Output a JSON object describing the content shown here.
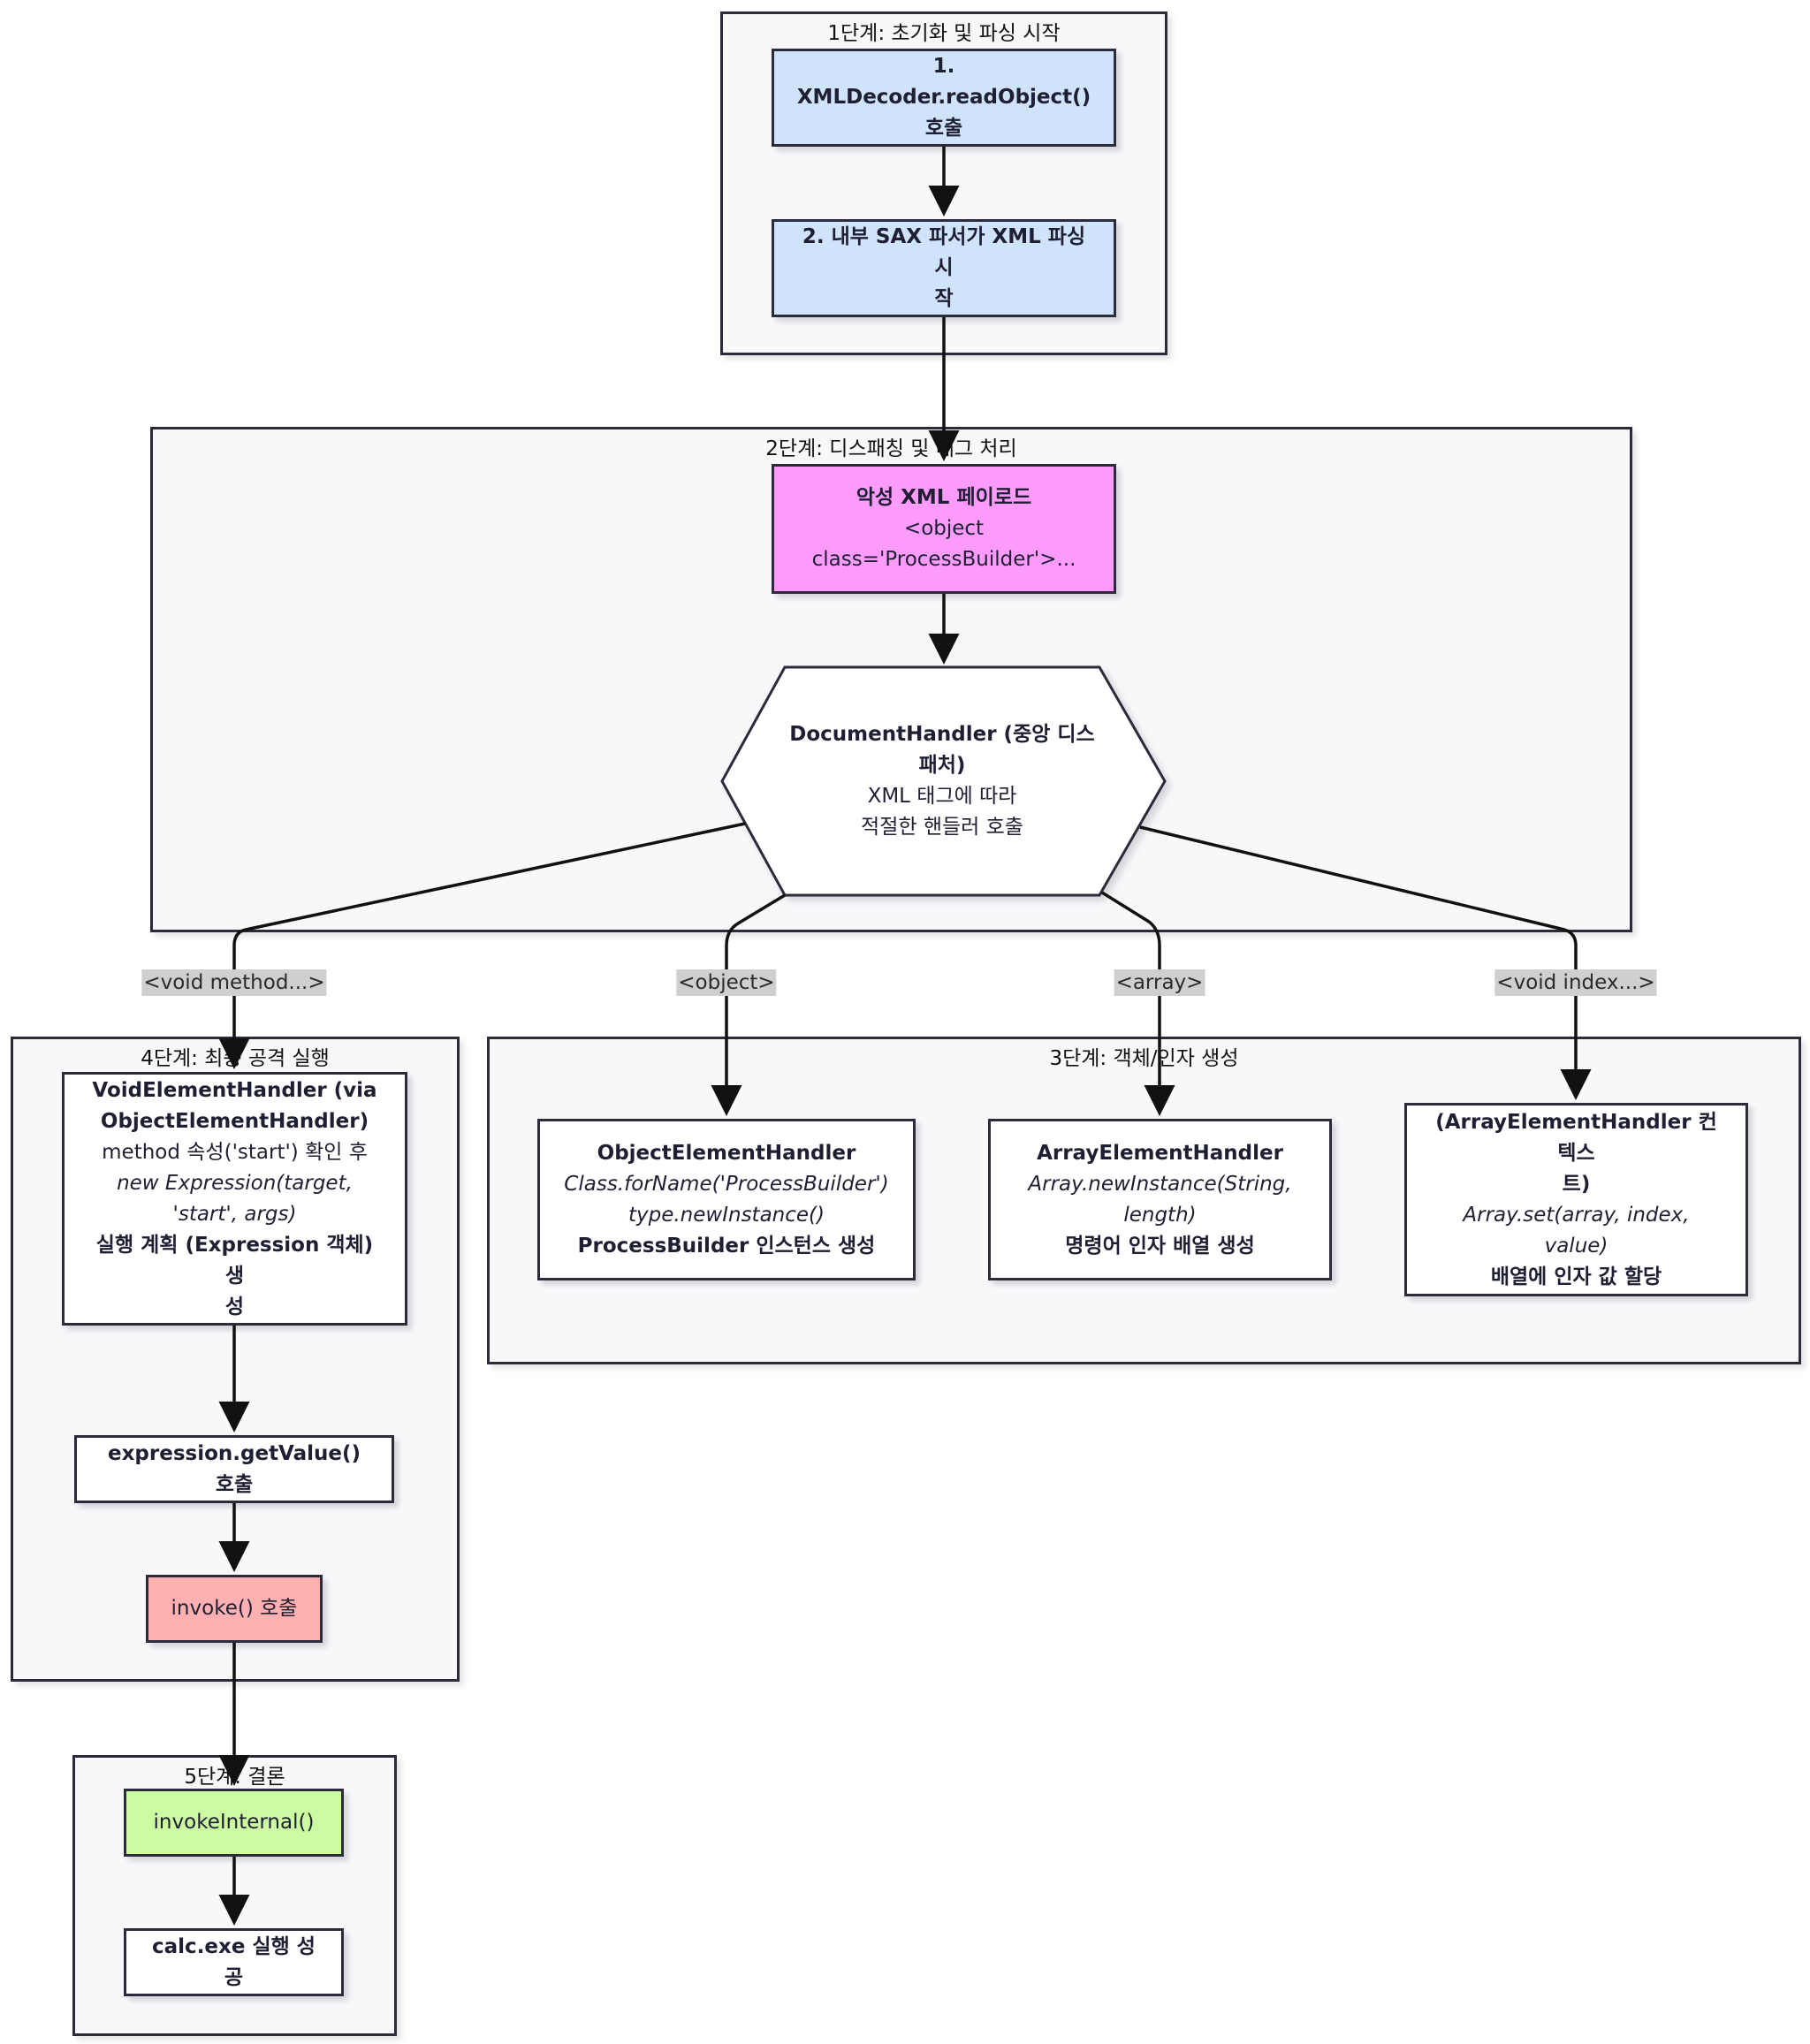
{
  "clusters": {
    "stage1": "1단계: 초기화 및 파싱 시작",
    "stage2": "2단계: 디스패칭 및 태그 처리",
    "stage3": "3단계: 객체/인자 생성",
    "stage4": "4단계: 최종 공격 실행",
    "stage5": "5단계: 결론"
  },
  "nodes": {
    "n1": {
      "line1": "1. XMLDecoder.readObject()",
      "line2": "호출"
    },
    "n2": {
      "line1": "2. 내부 SAX 파서가 XML 파싱 시",
      "line2": "작"
    },
    "payload": {
      "title": "악성 XML 페이로드",
      "line1": "<object",
      "line2": "class='ProcessBuilder'>..."
    },
    "dispatcher": {
      "title1": "DocumentHandler (중앙 디스",
      "title2": "패처)",
      "line1": "XML 태그에 따라",
      "line2": "적절한 핸들러 호출"
    },
    "object_handler": {
      "title": "ObjectElementHandler",
      "line1": "Class.forName('ProcessBuilder')",
      "line2": "type.newInstance()",
      "line3": "ProcessBuilder 인스턴스 생성"
    },
    "array_handler": {
      "title": "ArrayElementHandler",
      "line1": "Array.newInstance(String,",
      "line2": "length)",
      "line3": "명령어 인자 배열 생성"
    },
    "array_context": {
      "title1": "(ArrayElementHandler 컨텍스",
      "title2": "트)",
      "line1": "Array.set(array, index,",
      "line2": "value)",
      "line3": "배열에 인자 값 할당"
    },
    "void_handler": {
      "title1": "VoidElementHandler (via",
      "title2": "ObjectElementHandler)",
      "line1": "method 속성('start') 확인 후",
      "line2": "new Expression(target,",
      "line3": "'start', args)",
      "line4": "실행 계획 (Expression 객체) 생",
      "line5": "성"
    },
    "get_value": "expression.getValue() 호출",
    "invoke": "invoke() 호출",
    "invoke_internal": "invokeInternal()",
    "calc": "calc.exe 실행 성공"
  },
  "edge_labels": {
    "void_method": "<void method...>",
    "object": "<object>",
    "array": "<array>",
    "void_index": "<void index...>"
  }
}
